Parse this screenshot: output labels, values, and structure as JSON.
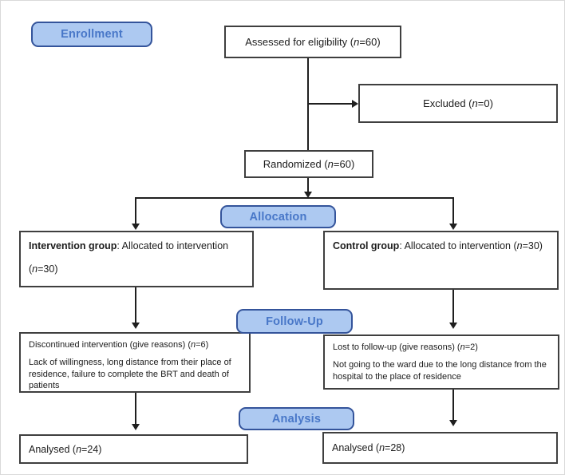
{
  "title": "CONSORT participant flow diagram",
  "colors": {
    "label_fill": "#adc9f1",
    "label_border": "#34549b",
    "label_text": "#4877c8",
    "box_border": "#3f3f3f",
    "line": "#1f1f1f"
  },
  "stages": {
    "enrollment": "Enrollment",
    "allocation": "Allocation",
    "followup": "Follow-Up",
    "analysis": "Analysis"
  },
  "boxes": {
    "assessed": "Assessed for eligibility (n=60)",
    "excluded": "Excluded (n=0)",
    "randomized": "Randomized (n=60)",
    "intervention": {
      "title": "Intervention group",
      "rest": ": Allocated to intervention",
      "line2": "(n=30)"
    },
    "control": {
      "title": "Control group",
      "rest": ": Allocated to intervention (n=30)"
    },
    "followup_left": {
      "line1": "Discontinued intervention (give reasons) (n=6)",
      "reasons": "Lack of willingness, long distance from their place of residence, failure to complete the BRT and death of patients"
    },
    "followup_right": {
      "line1": "Lost to follow-up (give reasons) (n=2)",
      "reasons": "Not going to the ward due to the long distance from the hospital to the place of residence"
    },
    "analysed_left": "Analysed (n=24)",
    "analysed_right": "Analysed (n=28)"
  }
}
